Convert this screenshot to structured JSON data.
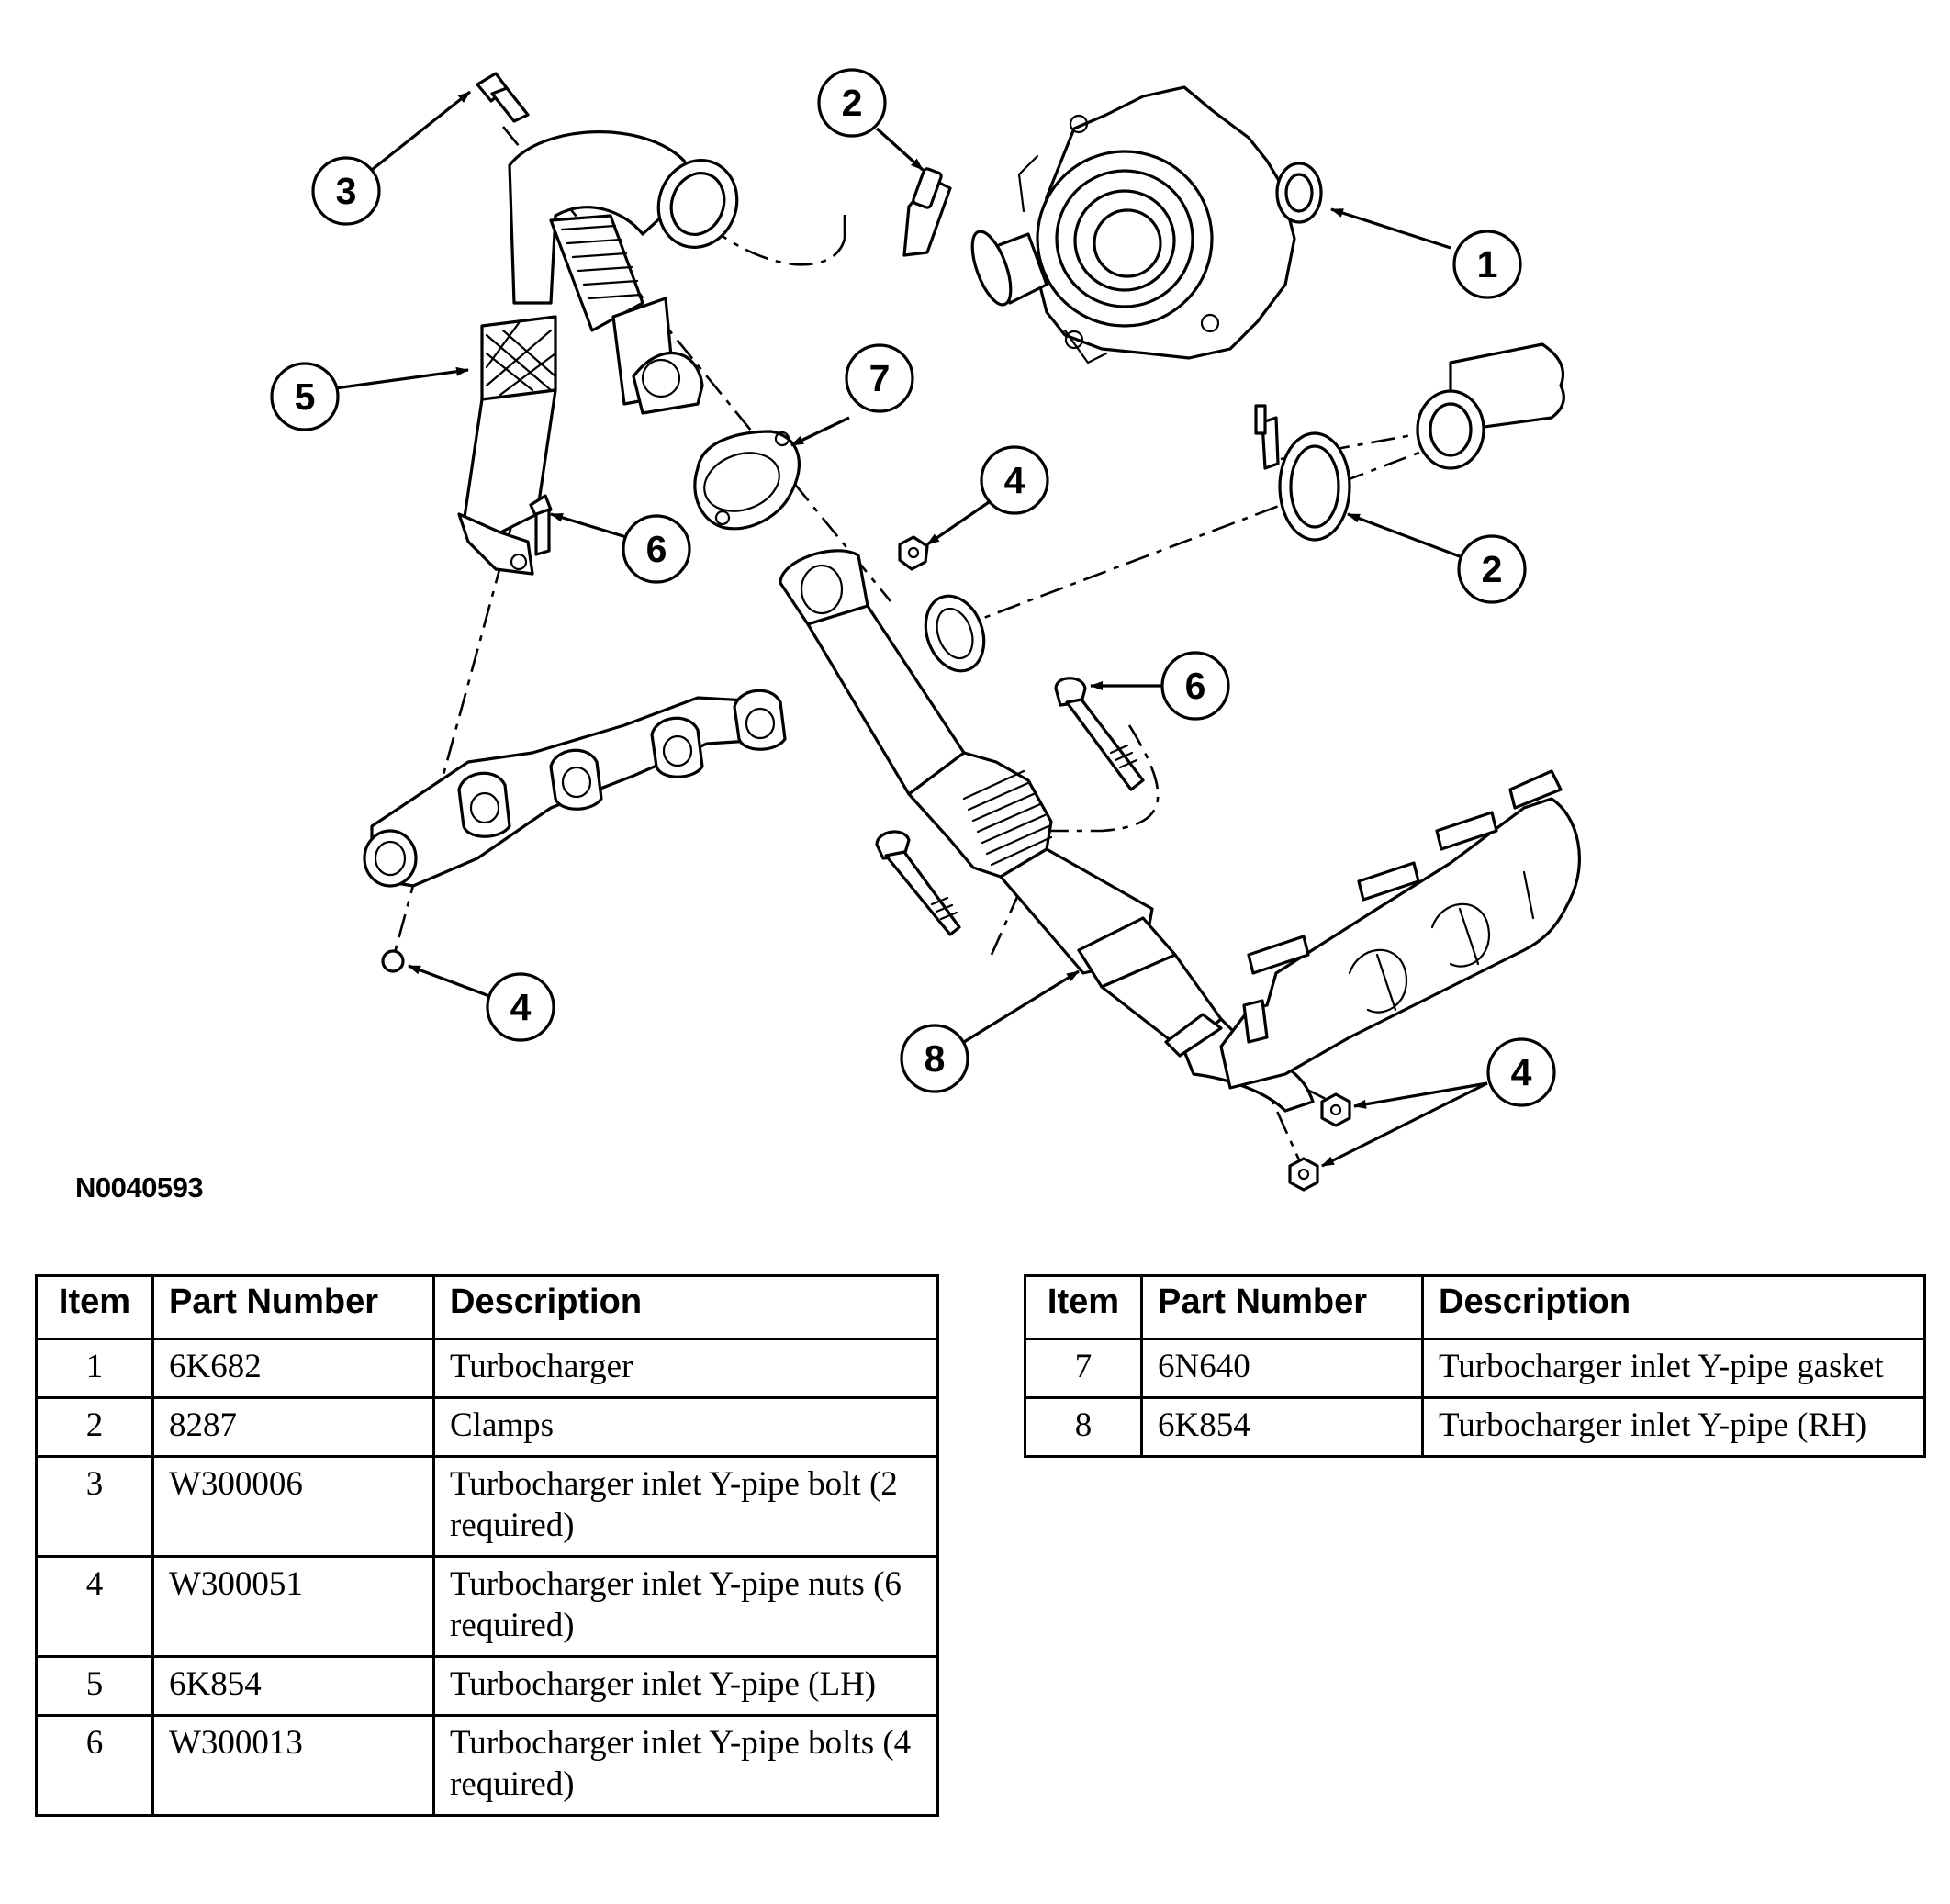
{
  "figure_code": "N0040593",
  "callouts": [
    "1",
    "2",
    "3",
    "4",
    "5",
    "6",
    "7",
    "8"
  ],
  "table_headers": {
    "item": "Item",
    "part_number": "Part Number",
    "description": "Description"
  },
  "parts_left": [
    {
      "item": "1",
      "part_number": "6K682",
      "description": "Turbocharger"
    },
    {
      "item": "2",
      "part_number": "8287",
      "description": "Clamps"
    },
    {
      "item": "3",
      "part_number": "W300006",
      "description": "Turbocharger inlet Y-pipe bolt (2 required)"
    },
    {
      "item": "4",
      "part_number": "W300051",
      "description": "Turbocharger inlet Y-pipe nuts (6 required)"
    },
    {
      "item": "5",
      "part_number": "6K854",
      "description": "Turbocharger inlet Y-pipe (LH)"
    },
    {
      "item": "6",
      "part_number": "W300013",
      "description": "Turbocharger inlet Y-pipe bolts (4 required)"
    }
  ],
  "parts_right": [
    {
      "item": "7",
      "part_number": "6N640",
      "description": "Turbocharger inlet Y-pipe gasket"
    },
    {
      "item": "8",
      "part_number": "6K854",
      "description": "Turbocharger inlet Y-pipe (RH)"
    }
  ]
}
